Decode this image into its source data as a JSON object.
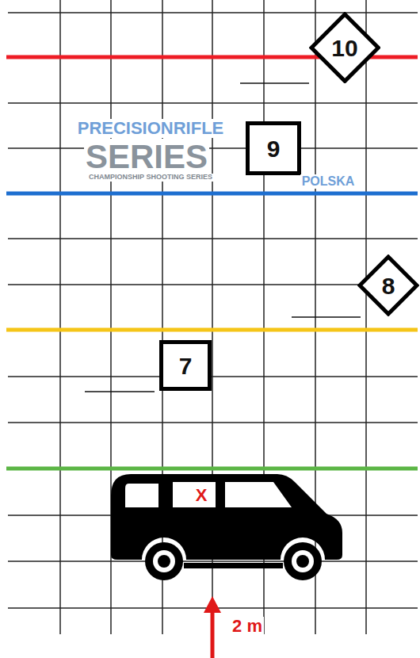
{
  "diagram": {
    "nodes": [
      {
        "text": [
          "10"
        ]
      },
      {
        "text": [
          "9"
        ]
      },
      {
        "text": [
          "8"
        ]
      },
      {
        "text": [
          "7"
        ]
      }
    ],
    "labels": [
      "PRECISIONRIFLE",
      "SERIES",
      "CHAMPIONSHIP SHOOTING SERIES",
      "POLSKA",
      "X",
      "2 m"
    ]
  }
}
